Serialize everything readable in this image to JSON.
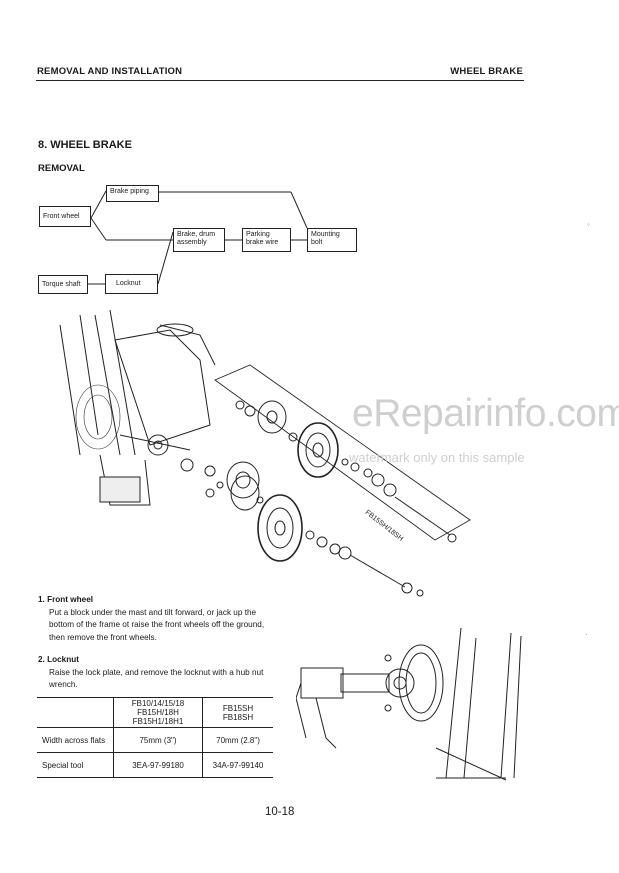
{
  "header": {
    "left": "REMOVAL AND INSTALLATION",
    "right": "WHEEL BRAKE"
  },
  "section": {
    "title": "8. WHEEL BRAKE",
    "subtitle": "REMOVAL"
  },
  "flow": {
    "brake_piping": "Brake piping",
    "front_wheel": "Front wheel",
    "brake_drum": "Brake, drum assembly",
    "parking_brake": "Parking brake wire",
    "mounting_bolt": "Mounting bolt",
    "torque_shaft": "Torque shaft",
    "locknut": "Locknut"
  },
  "diagram": {
    "model_label": "FB15SH/18SH"
  },
  "watermark": {
    "main": "eRepairinfo.com",
    "sub": "watermark only on this sample"
  },
  "steps": [
    {
      "title": "1. Front wheel",
      "body": "Put a block under the mast and tilt forward, or jack up the bottom of the frame ot raise the front wheels off the ground, then remove the front wheels."
    },
    {
      "title": "2. Locknut",
      "body": "Raise the lock plate, and remove the locknut with a hub nut wrench."
    }
  ],
  "table": {
    "col1_header": "FB10/14/15/18\nFB15H/18H\nFB15H1/18H1",
    "col2_header": "FB15SH\nFB18SH",
    "rows": [
      {
        "label": "Width across flats",
        "v1": "75mm (3\")",
        "v2": "70mm (2.8\")"
      },
      {
        "label": "Special tool",
        "v1": "3EA-97-99180",
        "v2": "34A-97-99140"
      }
    ]
  },
  "page_number": "10-18"
}
